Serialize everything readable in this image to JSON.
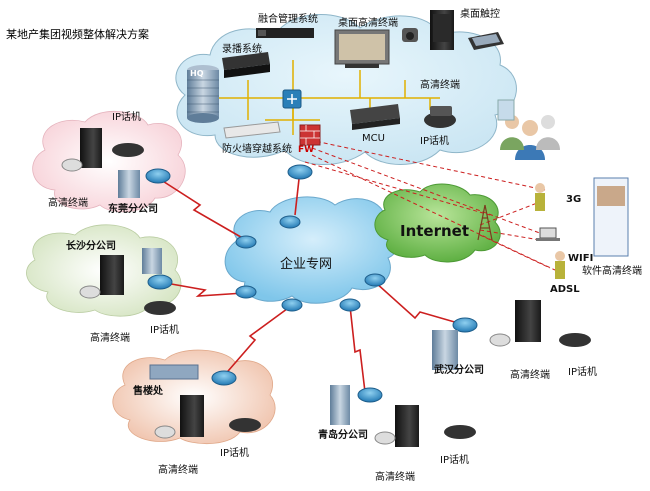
{
  "title": "某地产集团视频整体解决方案",
  "colors": {
    "hq_cloud": "#d9eef7",
    "enterprise_cloud": "#a8d8f0",
    "internet_cloud": "#8ccf6a",
    "dongguan_cloud": "#fbe2e6",
    "changsha_cloud": "#e6efd8",
    "salesoffice_cloud": "#f6d9c8",
    "wan_link": "#cc1f1f",
    "vpn_link": "#cc1f1f",
    "lan_link": "#e0b000"
  },
  "hq": {
    "labels": {
      "mcu_mgmt": "融合管理系统",
      "desktop_hd": "桌面高清终端",
      "desktop_touch": "桌面触控",
      "recording": "录播系统",
      "hd_terminal": "高清终端",
      "mcu": "MCU",
      "ip_phone": "IP话机",
      "firewall_traversal": "防火墙穿越系统",
      "fw": "FW",
      "hq_building": "HQ"
    }
  },
  "clouds": {
    "enterprise": "企业专网",
    "internet": "Internet"
  },
  "branches": [
    {
      "id": "dongguan",
      "name": "东莞分公司",
      "ip_phone": "IP话机",
      "hd_terminal": "高清终端"
    },
    {
      "id": "changsha",
      "name": "长沙分公司",
      "ip_phone": "IP话机",
      "hd_terminal": "高清终端"
    },
    {
      "id": "salesoffice",
      "name": "售楼处",
      "ip_phone": "IP话机",
      "hd_terminal": "高清终端"
    },
    {
      "id": "qingdao",
      "name": "青岛分公司",
      "ip_phone": "IP话机",
      "hd_terminal": "高清终端"
    },
    {
      "id": "wuhan",
      "name": "武汉分公司",
      "ip_phone": "IP话机",
      "hd_terminal": "高清终端"
    }
  ],
  "remote": {
    "3g": "3G",
    "wifi": "WIFI",
    "adsl": "ADSL",
    "soft_terminal": "软件高清终端"
  }
}
